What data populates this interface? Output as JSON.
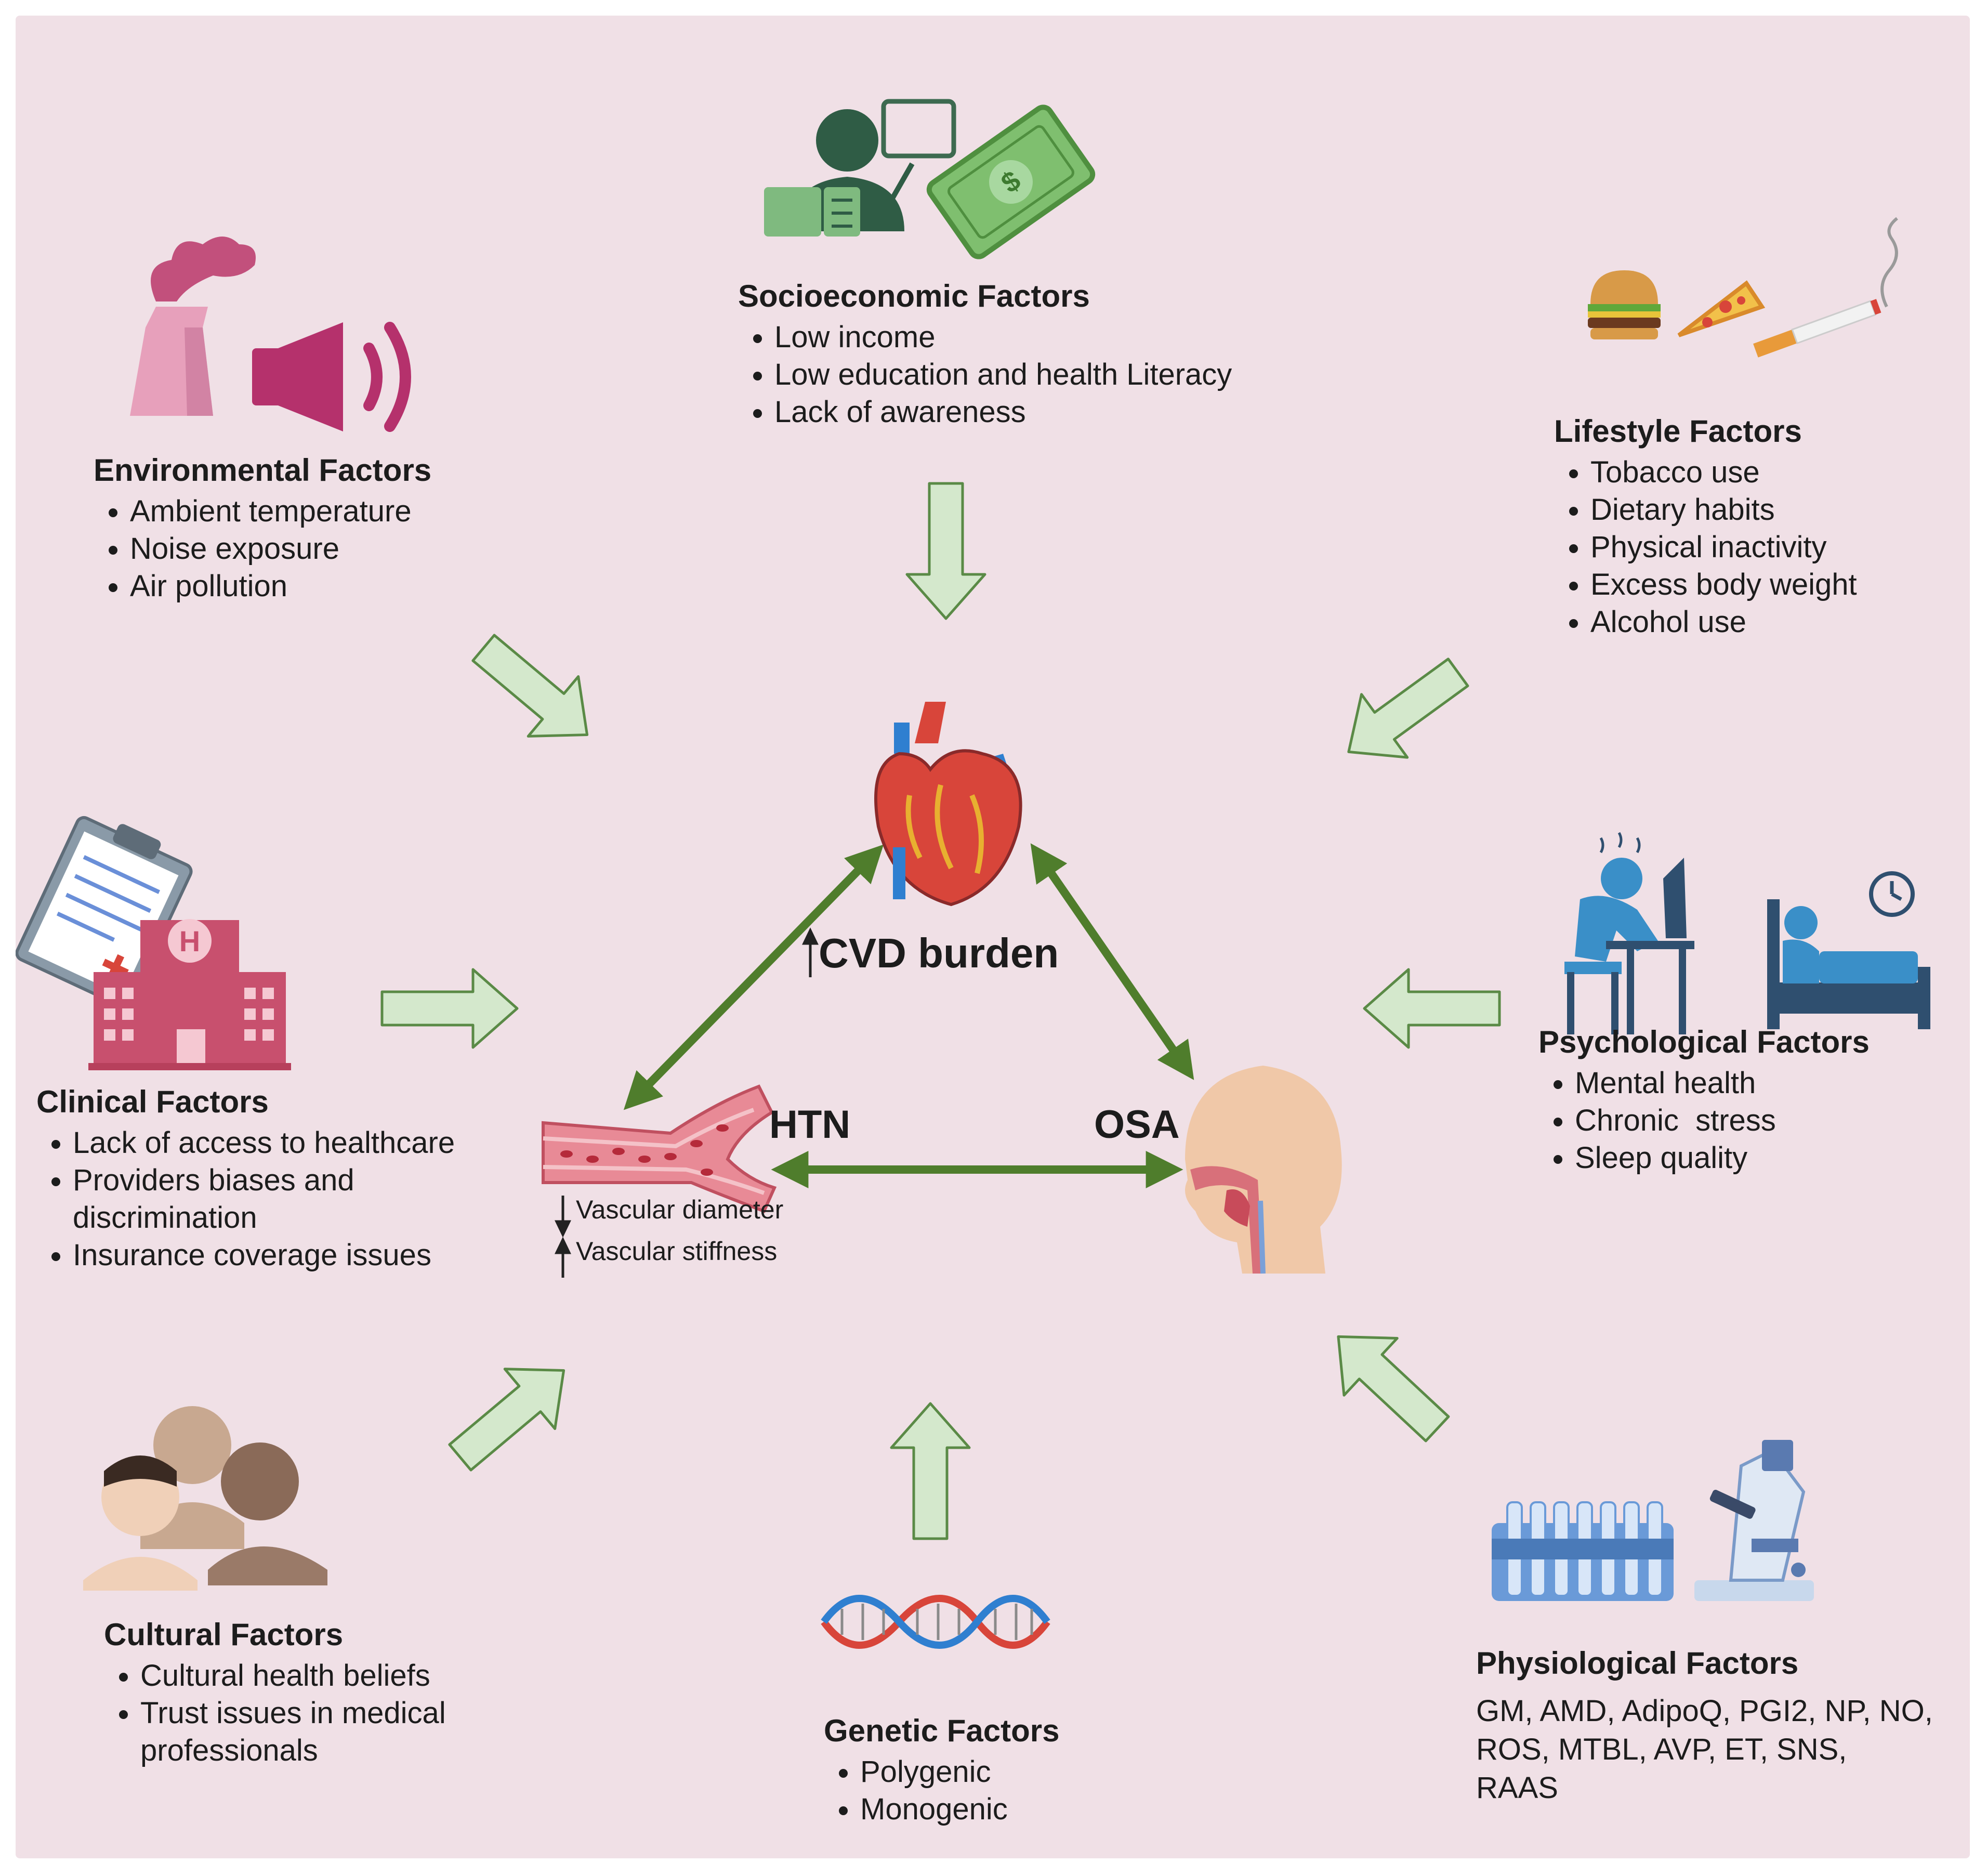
{
  "center": {
    "cvd_label": "CVD burden",
    "htn_label": "HTN",
    "osa_label": "OSA",
    "vascular_diameter": "Vascular diameter",
    "vascular_stiffness": "Vascular stiffness"
  },
  "factors": {
    "socioeconomic": {
      "title": "Socioeconomic Factors",
      "items": [
        "Low income",
        "Low education and health Literacy",
        "Lack of awareness"
      ]
    },
    "environmental": {
      "title": "Environmental Factors",
      "items": [
        "Ambient temperature",
        "Noise exposure",
        "Air pollution"
      ]
    },
    "lifestyle": {
      "title": "Lifestyle Factors",
      "items": [
        "Tobacco use",
        "Dietary habits",
        "Physical inactivity",
        "Excess body weight",
        "Alcohol use"
      ]
    },
    "clinical": {
      "title": "Clinical Factors",
      "items": [
        "Lack of access to healthcare",
        "Providers biases and discrimination",
        "Insurance coverage issues"
      ]
    },
    "psychological": {
      "title": "Psychological Factors",
      "items": [
        "Mental health",
        "Chronic  stress",
        "Sleep quality"
      ]
    },
    "cultural": {
      "title": "Cultural Factors",
      "items": [
        "Cultural health beliefs",
        "Trust issues in medical professionals"
      ]
    },
    "genetic": {
      "title": "Genetic Factors",
      "items": [
        "Polygenic",
        "Monogenic"
      ]
    },
    "physiological": {
      "title": "Physiological Factors",
      "text": "GM, AMD, AdipoQ, PGI2, NP, NO, ROS, MTBL, AVP, ET, SNS, RAAS"
    }
  },
  "colors": {
    "background": "#f0e0e6",
    "factor_arrow_fill": "#d4e8cc",
    "factor_arrow_stroke": "#5a8a46",
    "link_arrow": "#4f7d2c"
  },
  "icons": [
    "factory-icon",
    "speaker-icon",
    "teacher-icon",
    "money-icon",
    "burger-icon",
    "pizza-icon",
    "cigarette-icon",
    "clipboard-icon",
    "hospital-icon",
    "stressed-person-icon",
    "bed-clock-icon",
    "heart-icon",
    "blood-vessel-icon",
    "head-airway-icon",
    "people-icon",
    "dna-icon",
    "test-tubes-icon",
    "microscope-icon"
  ]
}
